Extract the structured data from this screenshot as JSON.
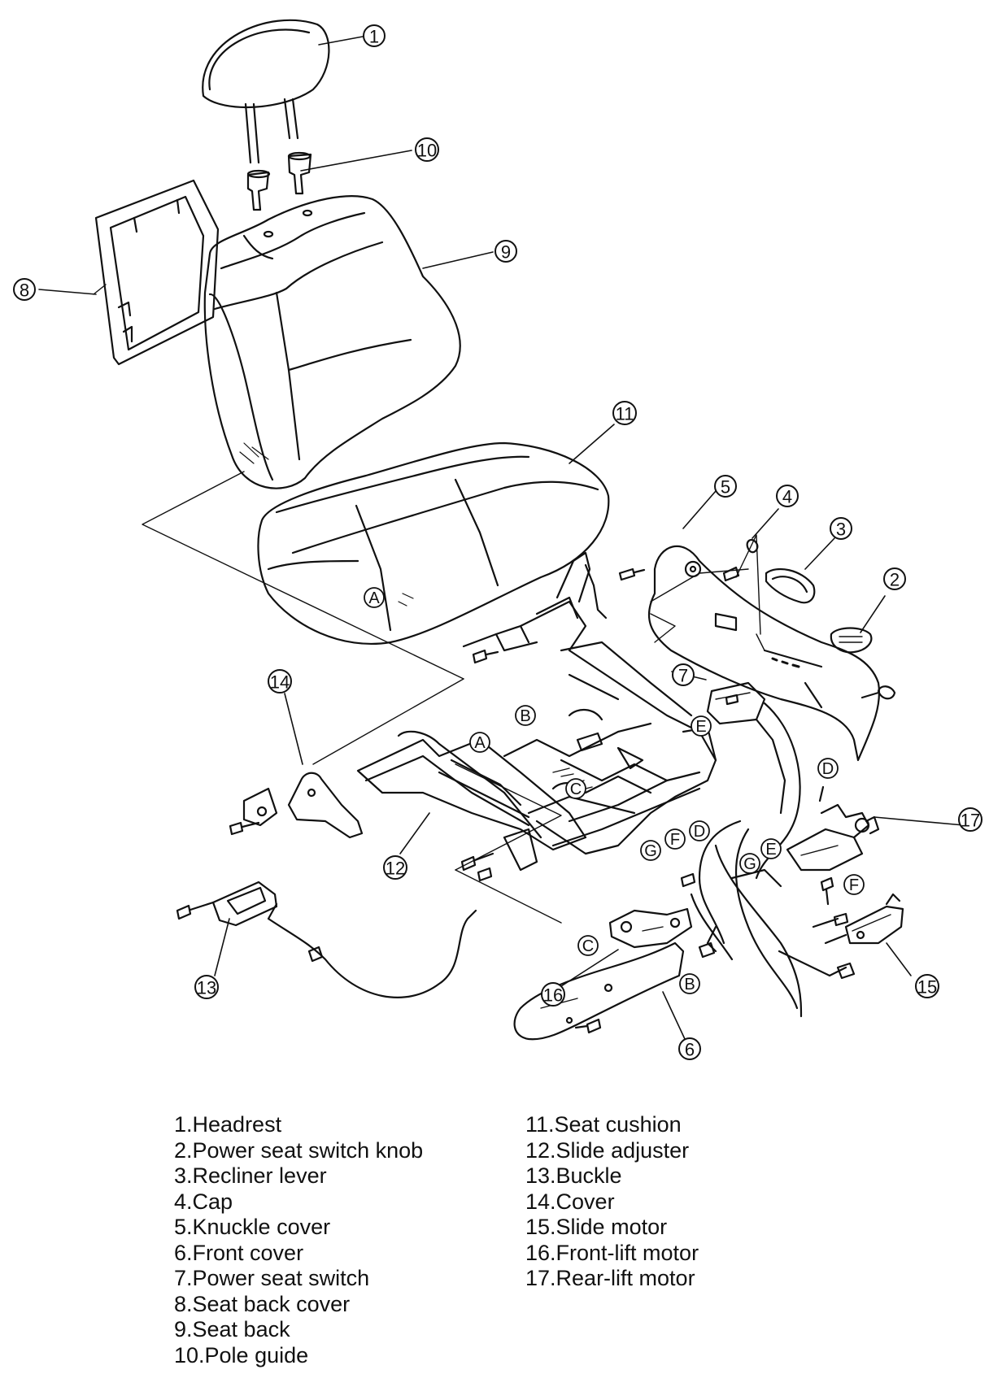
{
  "callouts": [
    {
      "n": "1",
      "name": "Headrest"
    },
    {
      "n": "2",
      "name": "Power seat switch knob"
    },
    {
      "n": "3",
      "name": "Recliner lever"
    },
    {
      "n": "4",
      "name": "Cap"
    },
    {
      "n": "5",
      "name": "Knuckle cover"
    },
    {
      "n": "6",
      "name": "Front cover"
    },
    {
      "n": "7",
      "name": "Power seat switch"
    },
    {
      "n": "8",
      "name": "Seat back cover"
    },
    {
      "n": "9",
      "name": "Seat back"
    },
    {
      "n": "10",
      "name": "Pole guide"
    },
    {
      "n": "11",
      "name": "Seat cushion"
    },
    {
      "n": "12",
      "name": "Slide adjuster"
    },
    {
      "n": "13",
      "name": "Buckle"
    },
    {
      "n": "14",
      "name": "Cover"
    },
    {
      "n": "15",
      "name": "Slide motor"
    },
    {
      "n": "16",
      "name": "Front-lift motor"
    },
    {
      "n": "17",
      "name": "Rear-lift motor"
    }
  ],
  "connector_letters": [
    "A",
    "B",
    "C",
    "D",
    "E",
    "F",
    "G"
  ],
  "legend": {
    "left": [
      "1.Headrest",
      "2.Power seat switch knob",
      "3.Recliner lever",
      "4.Cap",
      "5.Knuckle cover",
      "6.Front cover",
      "7.Power seat switch",
      "8.Seat back cover",
      "9.Seat back",
      "10.Pole guide"
    ],
    "right": [
      "11.Seat cushion",
      "12.Slide adjuster",
      "13.Buckle",
      "14.Cover",
      "15.Slide motor",
      "16.Front-lift motor",
      "17.Rear-lift motor"
    ]
  },
  "colors": {
    "line": "#111111",
    "background": "#ffffff"
  }
}
